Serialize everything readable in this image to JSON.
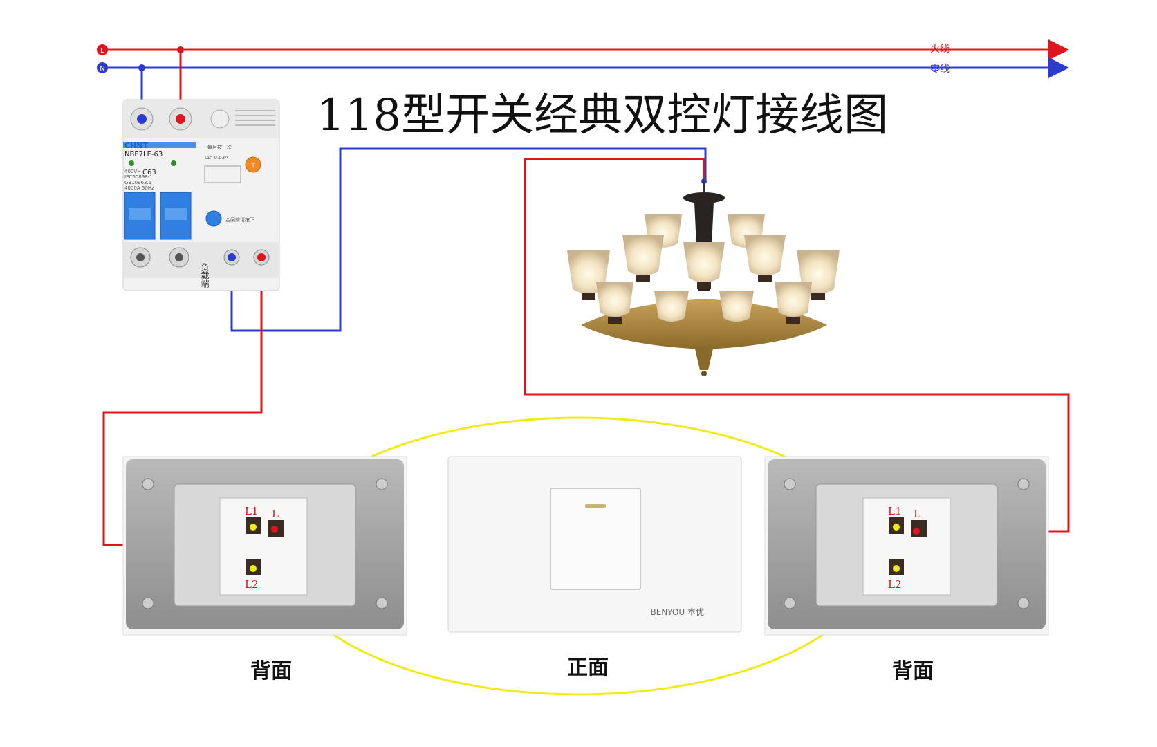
{
  "title": "118型开关经典双控灯接线图",
  "buses": {
    "live": {
      "letter": "L",
      "label": "火线",
      "color": "#e0141c"
    },
    "neutral": {
      "letter": "N",
      "label": "零线",
      "color": "#2b3bd0"
    }
  },
  "breaker": {
    "brand": "CHNT",
    "model": "NBE7LE-63",
    "rating": "C63",
    "specs": [
      "400V~",
      "IEC60898-1",
      "GB10963.1",
      "4000A 50Hz"
    ],
    "leakage": "IΔn 0.03A",
    "load_side_label": "负载端",
    "test_note": "每月按一次",
    "trip_note": "合闸前请按下"
  },
  "switch_terminals": {
    "l1": "L1",
    "l": "L",
    "l2": "L2"
  },
  "panel_brand": "BENYOU 本优",
  "captions": {
    "left": "背面",
    "center": "正面",
    "right": "背面"
  },
  "colors": {
    "traveler": "#f0ea18",
    "switch_contact": "#c8a000"
  }
}
